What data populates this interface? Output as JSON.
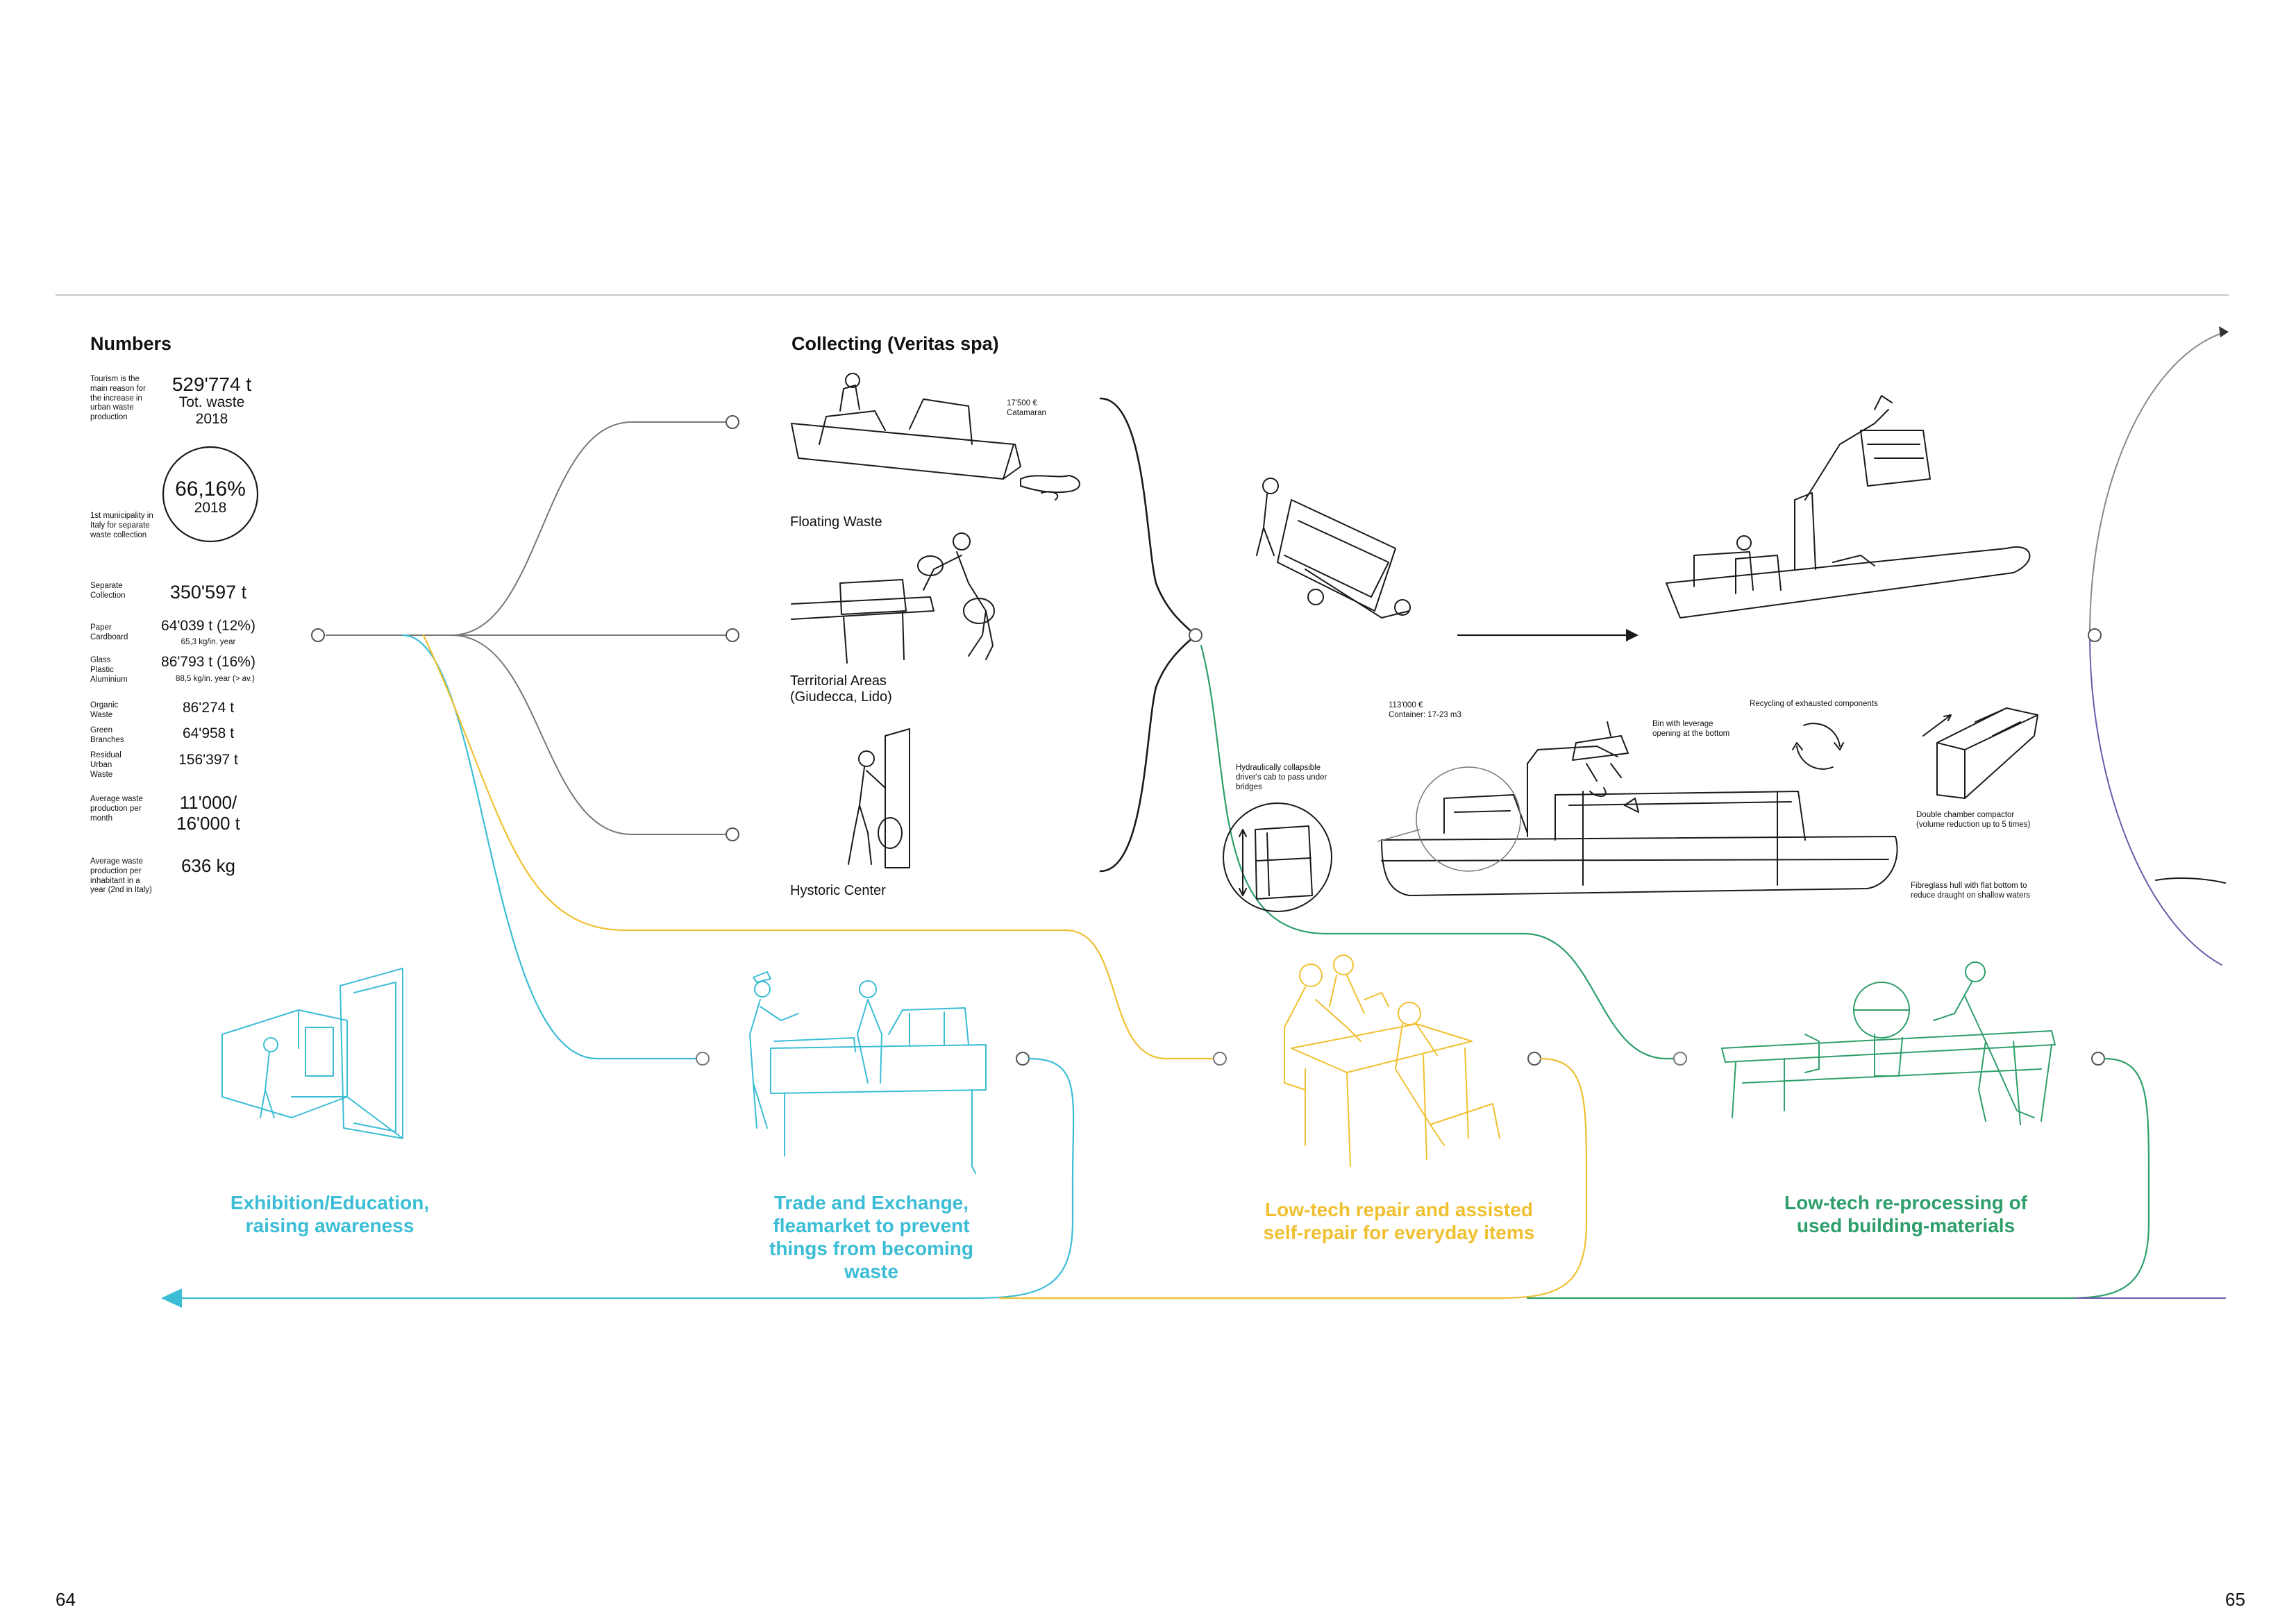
{
  "colors": {
    "ink": "#1a1a1a",
    "blue": "#3bbdd6",
    "yellow": "#f0c030",
    "green": "#2e9e6a",
    "purple": "#6a5aaa",
    "rule": "#c8c8c8"
  },
  "numbers": {
    "heading": "Numbers",
    "tourism_note": "Tourism is the\nmain reason for\nthe increase in\nurban waste\nproduction",
    "total_value": "529'774 t",
    "total_label": "Tot. waste\n2018",
    "circle_value": "66,16%",
    "circle_year": "2018",
    "circle_note": "1st municipality in\nItaly for separate\nwaste collection",
    "separate_label": "Separate\nCollection",
    "separate_value": "350'597 t",
    "paper_label": "Paper\nCardboard",
    "paper_value": "64'039 t (12%)",
    "paper_sub": "65,3 kg/in. year",
    "glass_label": "Glass\nPlastic\nAluminium",
    "glass_value": "86'793 t (16%)",
    "glass_sub": "88,5 kg/in. year (> av.)",
    "organic_label": "Organic\nWaste",
    "organic_value": "86'274 t",
    "green_label": "Green\nBranches",
    "green_value": "64'958 t",
    "residual_label": "Residual\nUrban\nWaste",
    "residual_value": "156'397 t",
    "monthly_label": "Average waste\nproduction per\nmonth",
    "monthly_value": "11'000/\n16'000 t",
    "inhabitant_label": "Average waste\nproduction per\ninhabitant in a\nyear (2nd in Italy)",
    "inhabitant_value": "636 kg"
  },
  "collecting": {
    "heading": "Collecting (Veritas spa)",
    "catamaran_note": "17'500 €\nCatamaran",
    "floating": "Floating Waste",
    "territorial": "Territorial Areas\n(Giudecca, Lido)",
    "historic": "Hystoric Center"
  },
  "boat": {
    "price_note": "113'000 €\nContainer: 17-23 m3",
    "bin_note": "Bin with leverage\nopening at the bottom",
    "recycling_note": "Recycling of exhausted components",
    "cab_note": "Hydraulically collapsible\ndriver's cab to pass under\nbridges",
    "compactor_note": "Double chamber compactor\n(volume reduction up to 5 times)",
    "hull_note": "Fibreglass hull with flat bottom to\nreduce draught on shallow waters"
  },
  "stations": [
    {
      "caption": "Exhibition/Education,\nraising awareness",
      "color": "#3bbdd6"
    },
    {
      "caption": "Trade and Exchange,\nfleamarket to prevent\nthings from becoming\nwaste",
      "color": "#3bbdd6"
    },
    {
      "caption": "Low-tech repair and assisted\nself-repair for everyday items",
      "color": "#f0c030"
    },
    {
      "caption": "Low-tech re-processing of\nused building-materials",
      "color": "#2e9e6a"
    }
  ],
  "pages": {
    "left": "64",
    "right": "65"
  }
}
